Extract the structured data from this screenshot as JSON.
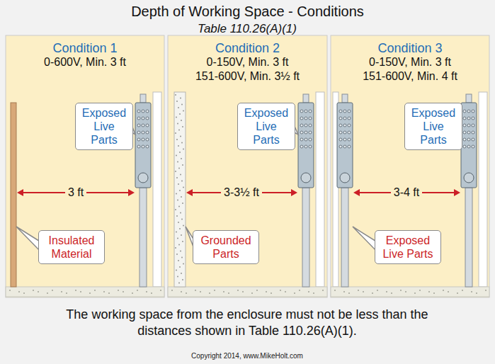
{
  "diagram": {
    "title": "Depth of Working Space - Conditions",
    "caption": "The working space from the enclosure must not be less than the distances shown in Table 110.26(A)(1).",
    "nodes": [
      {
        "text": [
          "Condition 1",
          "0-600V, Min. 3 ft"
        ]
      },
      {
        "text": [
          "Exposed Live Parts"
        ],
        "in": 0
      },
      {
        "text": [
          "Insulated Material"
        ],
        "in": 0
      },
      {
        "text": [
          "Condition 2",
          "0-150V, Min. 3 ft",
          "151-600V, Min. 3½ ft"
        ]
      },
      {
        "text": [
          "Exposed Live Parts"
        ],
        "in": 3
      },
      {
        "text": [
          "Grounded Parts"
        ],
        "in": 3
      },
      {
        "text": [
          "Condition 3",
          "0-150V, Min. 3 ft",
          "151-600V, Min. 4 ft"
        ]
      },
      {
        "text": [
          "Exposed Live Parts"
        ],
        "in": 6
      },
      {
        "text": [
          "Exposed Live Parts"
        ],
        "in": 6
      }
    ],
    "labels": [
      "Table 110.26(A)(1)",
      "3 ft",
      "3-3½ ft",
      "3-4 ft",
      "Copyright 2014, www.MikeHolt.com"
    ]
  }
}
